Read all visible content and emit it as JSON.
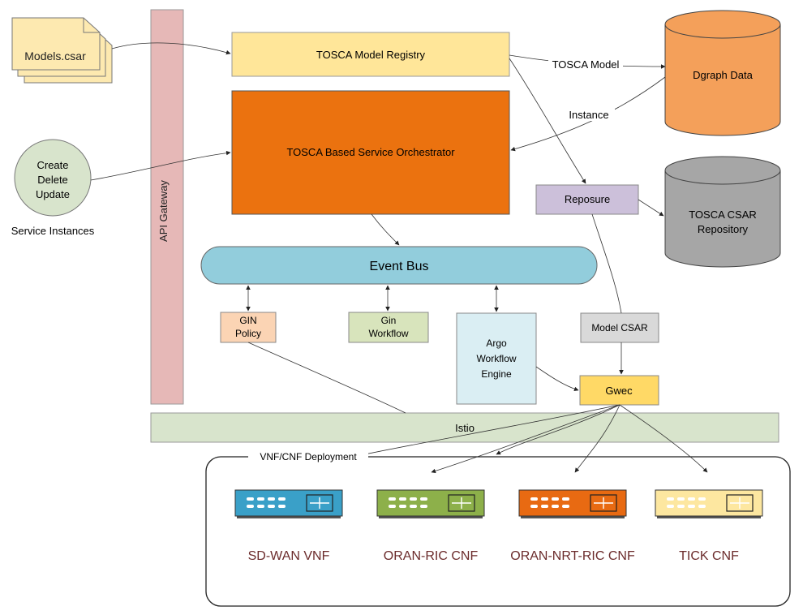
{
  "nodes": {
    "models_csar": "Models.csar",
    "api_gateway": "API Gateway",
    "create": "Create",
    "delete": "Delete",
    "update": "Update",
    "service_instances": "Service Instances",
    "tosca_registry": "TOSCA Model Registry",
    "orchestrator": "TOSCA Based Service Orchestrator",
    "dgraph": "Dgraph Data",
    "reposure": "Reposure",
    "csar_repo_line1": "TOSCA CSAR",
    "csar_repo_line2": "Repository",
    "event_bus": "Event Bus",
    "gin_policy_line1": "GIN",
    "gin_policy_line2": "Policy",
    "gin_workflow_line1": "Gin",
    "gin_workflow_line2": "Workflow",
    "argo_line1": "Argo",
    "argo_line2": "Workflow",
    "argo_line3": "Engine",
    "model_csar": "Model CSAR",
    "gwec": "Gwec",
    "istio": "Istio"
  },
  "edges": {
    "tosca_model": "TOSCA Model",
    "instance": "Instance",
    "deployment": "VNF/CNF Deployment"
  },
  "devices": [
    {
      "label": "SD-WAN VNF",
      "color": "#3aa0c8"
    },
    {
      "label": "ORAN-RIC CNF",
      "color": "#8db04a"
    },
    {
      "label": "ORAN-NRT-RIC CNF",
      "color": "#e86a12"
    },
    {
      "label": "TICK CNF",
      "color": "#fde7a0"
    }
  ]
}
